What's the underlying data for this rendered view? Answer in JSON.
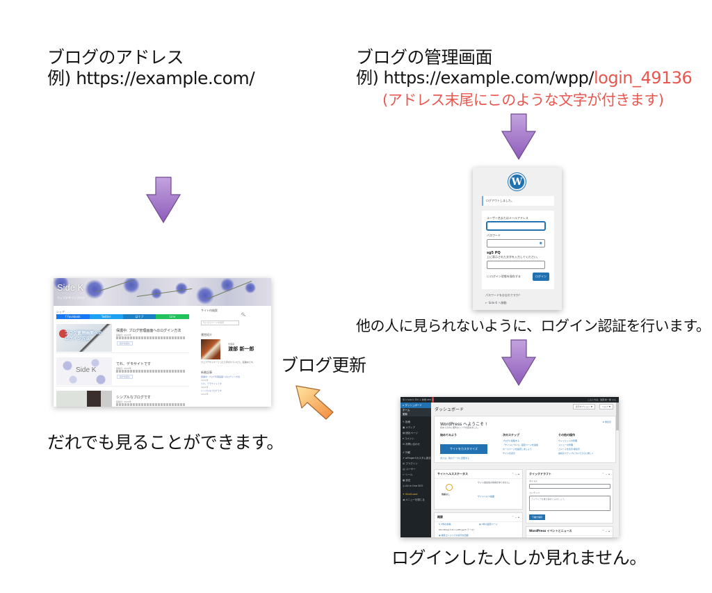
{
  "left_column": {
    "heading": "ブログのアドレス",
    "url_prefix": "例) ",
    "url": "https://example.com/",
    "caption": "だれでも見ることができます。",
    "update_label": "ブログ更新"
  },
  "right_column": {
    "heading": "ブログの管理画面",
    "url_prefix": "例) ",
    "url_base": "https://example.com/wpp/",
    "url_suffix": "login_49136",
    "note": "(アドレス末尾にこのような文字が付きます)",
    "login_caption": "他の人に見られないように、ログイン認証を行います。",
    "dashboard_caption": "ログインした人しか見れません。"
  },
  "colors": {
    "text": "#141414",
    "highlight_red": "#e8574f",
    "arrow_purple": "#9b6cc4",
    "arrow_orange": "#f5a55a",
    "wp_blue": "#2271b1",
    "wp_dark": "#1d2327"
  },
  "arrows": [
    {
      "name": "down-arrow-left",
      "direction": "down",
      "color": "purple"
    },
    {
      "name": "down-arrow-right-top",
      "direction": "down",
      "color": "purple"
    },
    {
      "name": "down-arrow-right-bottom",
      "direction": "down",
      "color": "purple"
    },
    {
      "name": "update-arrow",
      "direction": "up-left",
      "color": "orange"
    }
  ],
  "blog_screenshot": {
    "site_title": "Side K",
    "site_subtitle": "ウェブデザインブログ",
    "share_label": "シェア",
    "share_buttons": [
      "f Facebook",
      "Twitter",
      "はてブ",
      "Line"
    ],
    "posts": [
      {
        "title": "保護中: ブログ管理画面へのログイン方法",
        "meta": "投稿日: 2021年",
        "more": "続きを読む",
        "thumb_text": "ブログ管理画面への ログイン方法"
      },
      {
        "title": "てれ、デモサイトです",
        "meta": "投稿日: 2021年",
        "more": "続きを読む",
        "thumb_text": "Side K"
      },
      {
        "title": "シンプルなブログです",
        "meta": "投稿日: 2021年",
        "more": "",
        "thumb_text": ""
      }
    ],
    "sidebar": {
      "search_heading": "サイト内検索",
      "search_placeholder": "気になるワードを検索",
      "profile_heading": "運営紹介",
      "profile_role": "管理者",
      "profile_name": "渡部 新一郎",
      "profile_bio": "ウェブデザイナーとったり手がけていたり、転職中です。",
      "recent_heading": "新着記事",
      "recent_posts": [
        {
          "title": "保護中: ブログ管理画面へのログイン方法",
          "date": "2021年"
        },
        {
          "title": "てれ、デモサイトです",
          "date": "2021年"
        },
        {
          "title": "シンプルなブログです",
          "date": "2021年"
        }
      ]
    }
  },
  "login_screenshot": {
    "logo": "W",
    "message": "ログアウトしました。",
    "username_label": "ユーザー名またはメールアドレス",
    "password_label": "パスワード",
    "captcha_text": "sg5 PQ",
    "captcha_label": "上に表示された文字を入力してください。",
    "remember_label": "ログイン状態を保存する",
    "login_button": "ログイン",
    "lost_password": "パスワードをお忘れですか？",
    "back_link": "← Side K へ移動"
  },
  "dashboard_screenshot": {
    "admin_bar": {
      "left": "Side K",
      "comments": "0",
      "new": "＋ 新規",
      "seo_label": "SEO",
      "seo_badge": "!",
      "greeting": "こんにちは、渡部 新一郎 さん"
    },
    "menu": {
      "active": "ダッシュボード",
      "sub": [
        "ホーム",
        "更新"
      ],
      "items": [
        "投稿",
        "メディア",
        "固定ページ",
        "コメント",
        "お問い合わせ",
        "外観",
        "affinger5カスタム設定",
        "プラグイン",
        "ユーザー",
        "ツール",
        "設定",
        "All in One SEO",
        "SiteGuard",
        "メニューを閉じる"
      ]
    },
    "page_title": "ダッシュボード",
    "screen_options": "表示オプション ▼",
    "help": "ヘルプ ▼",
    "welcome": {
      "title": "WordPress へようこそ !",
      "subtitle": "初めての方に便利なリンクを集めました。",
      "dismiss": "非表示",
      "columns": [
        {
          "heading": "始めてみよう",
          "button": "サイトをカスタマイズ",
          "links": [
            "または、別のテーマに変更する"
          ]
        },
        {
          "heading": "次のステップ",
          "links": [
            "ブログに投稿する",
            "「サイトについて」固定ページを追加",
            "ホームページを設定しましょう",
            "サイトを表示"
          ]
        },
        {
          "heading": "その他の操作",
          "links": [
            "ウィジェットの管理",
            "メニューの管理",
            "コメントを表示/非表示",
            "最初のステップについてさらに詳しく"
          ]
        }
      ]
    },
    "site_health": {
      "title": "サイトヘルスステータス",
      "status": "情報なし",
      "text": "サイト健全性の情報がありません。",
      "link": "サイトヘルス画面"
    },
    "glance": {
      "title": "概要",
      "posts": "3件の投稿",
      "pages": "3件の固定ページ",
      "version": "WordPress 5.8.1 (affinger5 テーマ)",
      "notice": "検索エンジンでの表示を回避"
    },
    "quick_draft": {
      "title": "クイックドラフト",
      "title_label": "タイトル",
      "content_label": "コンテンツ",
      "content_placeholder": "アイディアを書き留めてみましょう。",
      "save_button": "下書き保存"
    },
    "events": {
      "title": "WordPress イベントとニュース"
    }
  }
}
